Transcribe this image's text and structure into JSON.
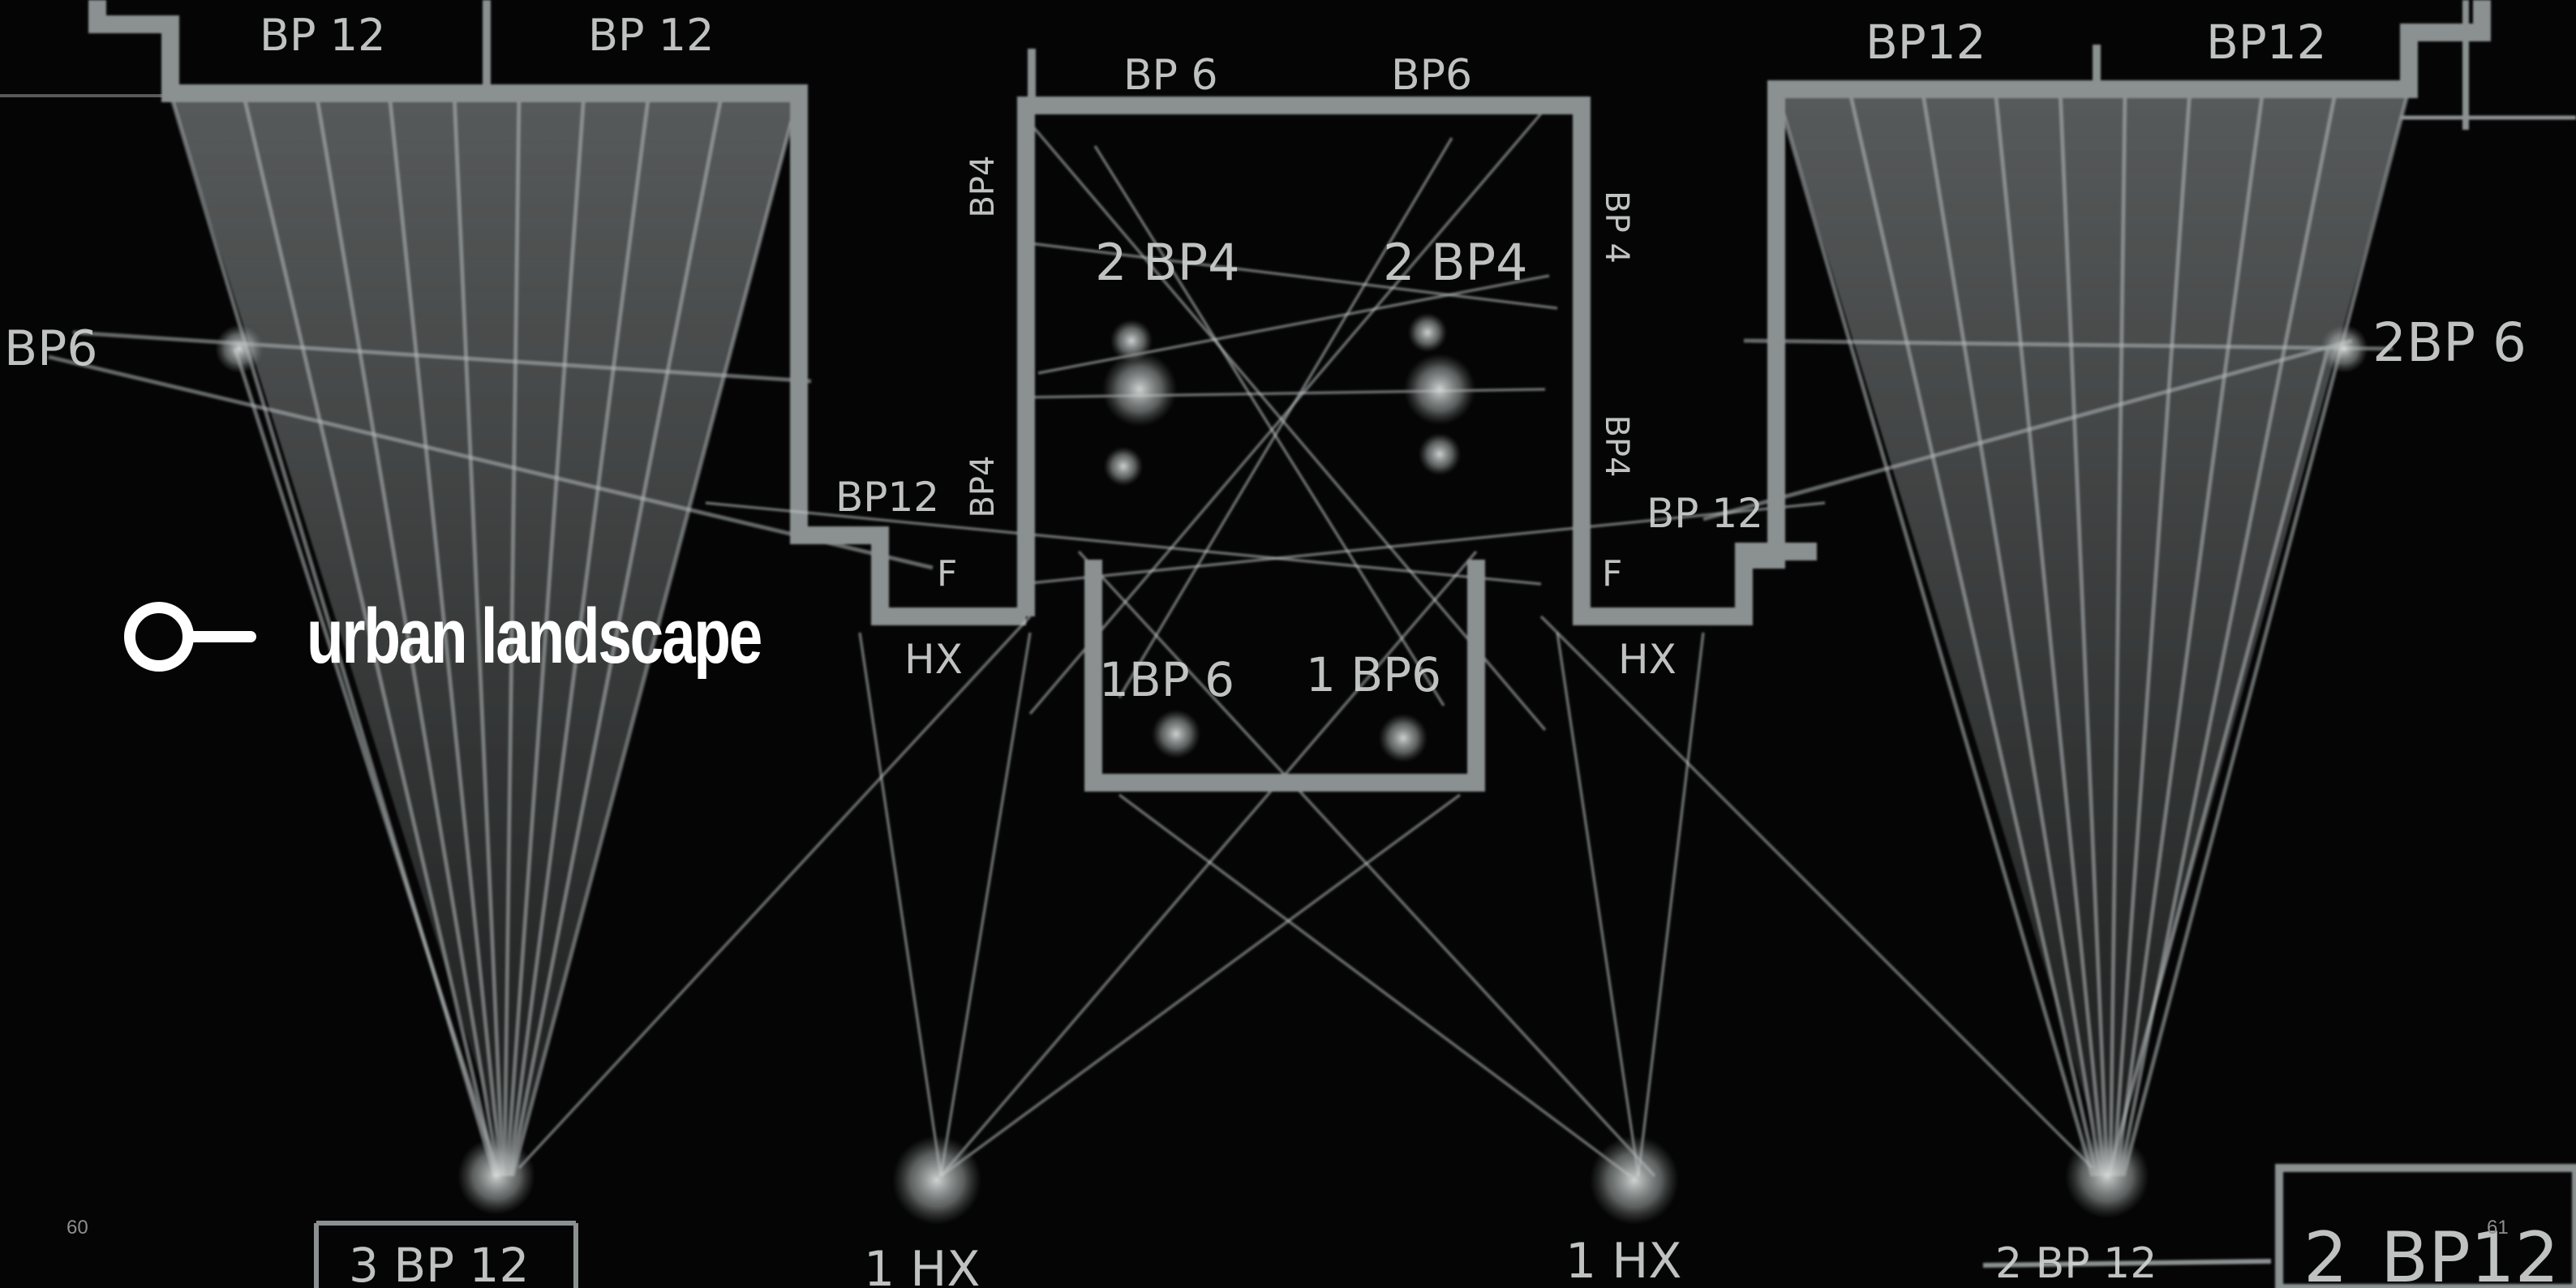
{
  "section_title": "urban landscape",
  "page_numbers": {
    "left": "60",
    "right": "61"
  },
  "title_icon": "key-magnifier-icon",
  "sketch_labels": {
    "top_left_1": "BP 12",
    "top_left_2": "BP 12",
    "left_side": "BP6",
    "top_mid_1": "BP 6",
    "top_mid_2": "BP6",
    "mid_left_side_1": "BP4",
    "mid_left_side_2": "BP4",
    "mid_right_side_1": "BP 4",
    "mid_right_side_2": "BP4",
    "mid_upper_1": "2 BP4",
    "mid_upper_2": "2 BP4",
    "mid_lower_1": "1BP 6",
    "mid_lower_2": "1 BP6",
    "left_step": "BP12",
    "right_step": "BP 12",
    "f_left": "F",
    "f_right": "F",
    "hx_left": "HX",
    "hx_right": "HX",
    "top_right_1": "BP12",
    "top_right_2": "BP12",
    "right_side": "2BP 6",
    "bottom_1": "3 BP 12",
    "bottom_2": "1 HX",
    "bottom_3": "1 HX",
    "bottom_4": "2 BP 12",
    "bottom_5": "2",
    "bottom_6": "BP12"
  },
  "colors": {
    "background": "#050505",
    "chalk": "#8b9191",
    "title": "#ffffff",
    "page_number": "#8e8e8e"
  }
}
